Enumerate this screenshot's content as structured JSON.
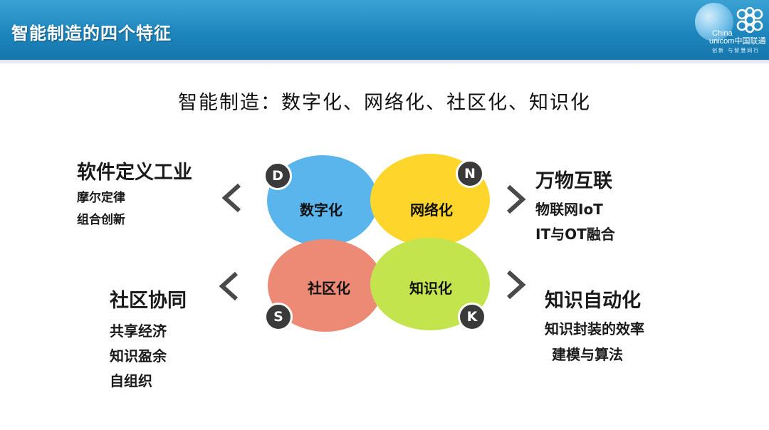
{
  "header": {
    "title": "智能制造的四个特征",
    "logo_text_line1": "China",
    "logo_text_line2": "unicom中国联通",
    "logo_slogan": "创新 与智慧同行"
  },
  "subtitle": "智能制造：数字化、网络化、社区化、知识化",
  "colors": {
    "header_blue": "#1e86bd",
    "circle_blue": "#5ab5ec",
    "circle_yellow": "#fed52a",
    "circle_red": "#ed8a76",
    "circle_green": "#c3e44c",
    "badge": "#3a3a3a"
  },
  "circles": {
    "digital": {
      "label": "数字化",
      "badge": "D"
    },
    "network": {
      "label": "网络化",
      "badge": "N"
    },
    "community": {
      "label": "社区化",
      "badge": "S"
    },
    "knowledge": {
      "label": "知识化",
      "badge": "K"
    }
  },
  "pillars": {
    "software": {
      "title": "软件定义工业",
      "items": [
        "摩尔定律",
        "组合创新"
      ]
    },
    "iot": {
      "title": "万物互联",
      "items": [
        "物联网IoT",
        "IT与OT融合"
      ]
    },
    "community": {
      "title": "社区协同",
      "items": [
        "共享经济",
        "知识盈余",
        "自组织"
      ]
    },
    "automation": {
      "title": "知识自动化",
      "items": [
        "知识封装的效率",
        "建模与算法"
      ]
    }
  },
  "icons": {
    "left_chevron": "chevron-left-icon",
    "right_chevron": "chevron-right-icon",
    "globe": "globe-icon",
    "logo": "unicom-knot-logo"
  }
}
